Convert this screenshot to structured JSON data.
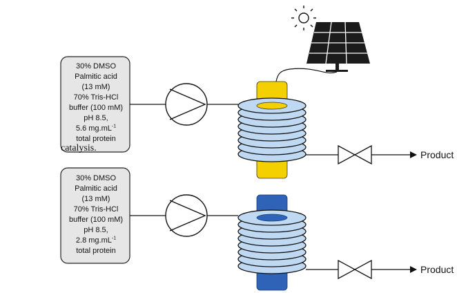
{
  "side_text": "catalysis.",
  "lines": [
    {
      "box": [
        "30% DMSO",
        "Palmitic acid",
        "(13 mM)",
        "70% Tris-HCl",
        "buffer (100 mM)",
        "pH 8.5,",
        "5.6 mg.mL",
        "total protein"
      ],
      "superscript": "-1",
      "core_color": "#f5d000",
      "product": "Product"
    },
    {
      "box": [
        "30% DMSO",
        "Palmitic acid",
        "(13 mM)",
        "70% Tris-HCl",
        "buffer (100 mM)",
        "pH 8.5,",
        "2.8 mg.mL",
        "total protein"
      ],
      "superscript": "-1",
      "core_color": "#2e63b8",
      "product": "Product"
    }
  ],
  "colors": {
    "coil": "#bfd9f2",
    "box_fill": "#e6e6e6",
    "solar": "#1b1b1b"
  },
  "icons": [
    "sun-icon",
    "solar-panel-icon",
    "pump-icon",
    "valve-icon",
    "arrow-icon"
  ]
}
